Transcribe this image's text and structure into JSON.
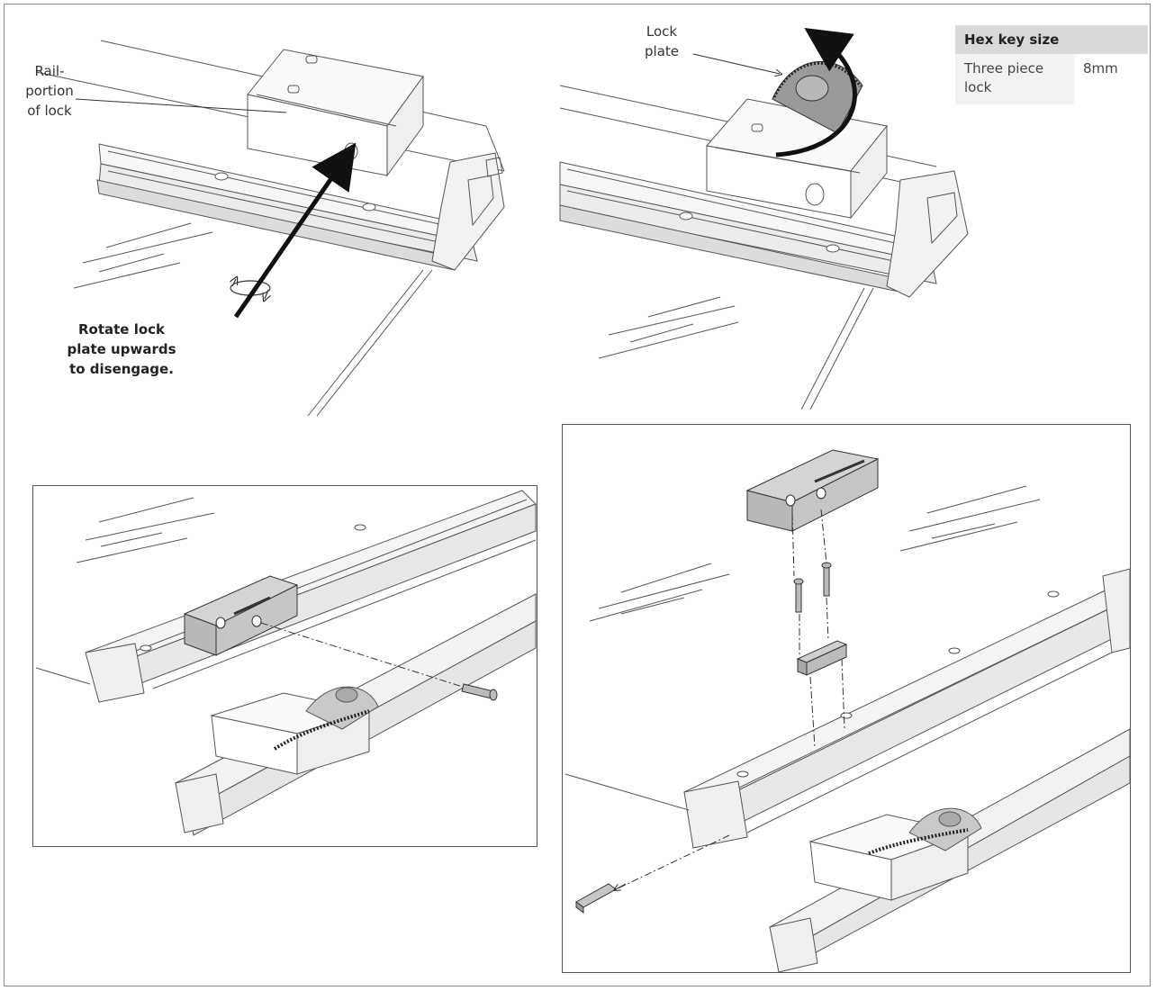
{
  "labels": {
    "rail_portion": "Rail-\nportion\nof lock",
    "lock_plate": "Lock\nplate",
    "instruction": "Rotate lock\nplate upwards\nto disengage."
  },
  "hex_table": {
    "header": "Hex key size",
    "rows": [
      {
        "item": "Three piece lock",
        "size": "8mm"
      }
    ]
  },
  "colors": {
    "line": "#444444",
    "part_fill": "#bdbdbd",
    "arrow": "#111111",
    "table_header": "#d9d9d9",
    "table_cell": "#f2f2f2"
  }
}
